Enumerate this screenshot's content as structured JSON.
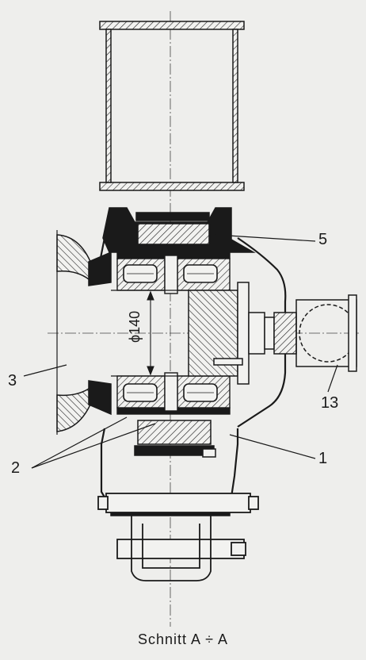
{
  "callouts": {
    "c5": "5",
    "c3": "3",
    "c13": "13",
    "c2": "2",
    "c1": "1"
  },
  "dimension": "ϕ140",
  "caption": "Schnitt  A ÷ A",
  "colors": {
    "paper": "#eeeeec",
    "ink": "#1a1a1a"
  }
}
